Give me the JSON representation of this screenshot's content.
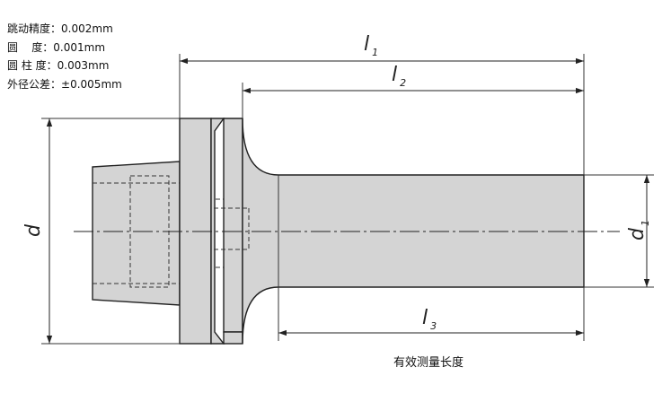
{
  "specs": [
    {
      "label": "跳动精度",
      "value": "0.002mm"
    },
    {
      "label": "圆    度",
      "value": "0.001mm"
    },
    {
      "label": "圆 柱 度",
      "value": "0.003mm"
    },
    {
      "label": "外径公差",
      "value": "±0.005mm"
    }
  ],
  "dimensions": {
    "l1": {
      "letter": "l",
      "sub": "1"
    },
    "l2": {
      "letter": "l",
      "sub": "2"
    },
    "l3": {
      "letter": "l",
      "sub": "3"
    },
    "d": {
      "letter": "d",
      "sub": ""
    },
    "d1": {
      "letter": "d",
      "sub": "1"
    }
  },
  "caption": "有效测量长度",
  "colors": {
    "body_fill": "#d4d4d4",
    "line": "#222222"
  }
}
